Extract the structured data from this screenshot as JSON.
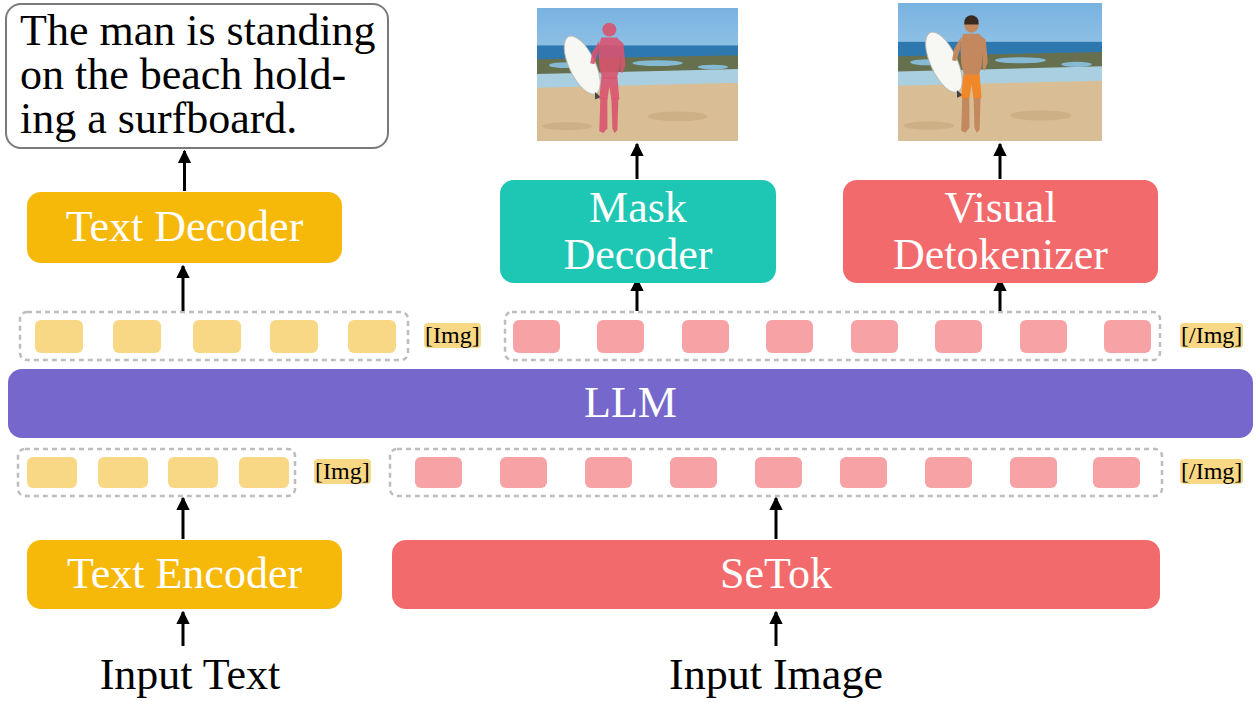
{
  "diagram": {
    "nodes": [
      {
        "text": [
          "The man is standing on the beach hold- ing a surfboard."
        ]
      },
      {
        "text": [
          "Text Decoder"
        ]
      },
      {
        "text": [
          "Mask Decoder"
        ]
      },
      {
        "text": [
          "Visual Detokenizer"
        ]
      },
      {
        "text": [
          "LLM"
        ]
      },
      {
        "text": [
          "Text Encoder"
        ]
      },
      {
        "text": [
          "SeTok"
        ]
      }
    ],
    "edges": [
      {
        "from": 1,
        "to": 0,
        "arrow": "to"
      }
    ],
    "labels": [
      "[Img]",
      "[/Img]",
      "[Img]",
      "[/Img]",
      "Input Text",
      "Input Image"
    ]
  }
}
